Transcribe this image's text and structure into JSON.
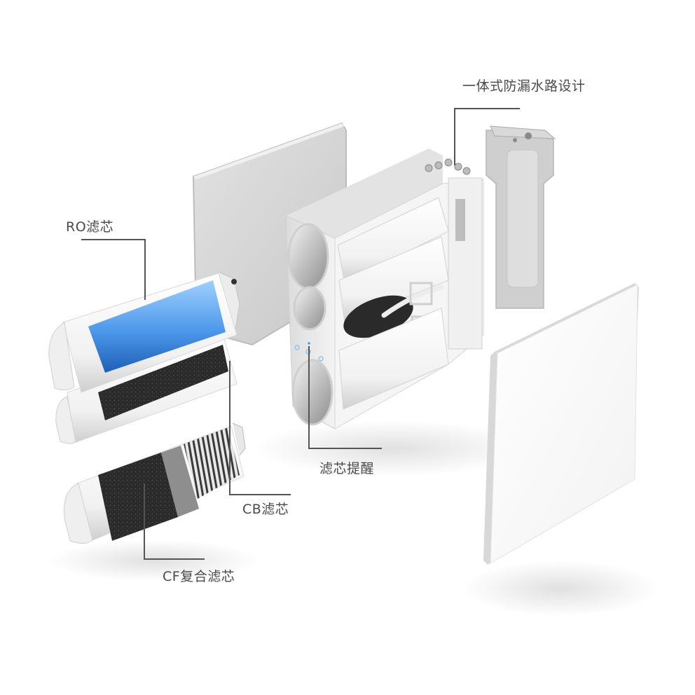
{
  "diagram": {
    "type": "exploded-product-view",
    "subject": "water purifier",
    "colors": {
      "background": "#ffffff",
      "label_text": "#4a4a4a",
      "leader_line": "#555555",
      "ro_membrane": "#3f8ee0",
      "carbon": "#2b2b2b",
      "housing": "#e9e9e9",
      "panel": "#d3d3d3",
      "indicator_light": "#4aa3f0"
    },
    "labels": [
      {
        "id": "waterway",
        "text": "一体式防漏水路设计"
      },
      {
        "id": "ro",
        "text": "RO滤芯"
      },
      {
        "id": "reminder",
        "text": "滤芯提醒"
      },
      {
        "id": "cb",
        "text": "CB滤芯"
      },
      {
        "id": "cf",
        "text": "CF复合滤芯"
      }
    ],
    "components": [
      {
        "id": "back-panel",
        "name": "rear panel"
      },
      {
        "id": "main-housing",
        "name": "main housing with filter bays"
      },
      {
        "id": "waterway-bracket",
        "name": "integrated waterway bracket"
      },
      {
        "id": "front-cover",
        "name": "front cover panel"
      },
      {
        "id": "ro-filter",
        "name": "RO filter cartridge"
      },
      {
        "id": "cb-filter",
        "name": "CB filter cartridge"
      },
      {
        "id": "cf-filter",
        "name": "CF composite filter cartridge"
      }
    ]
  }
}
